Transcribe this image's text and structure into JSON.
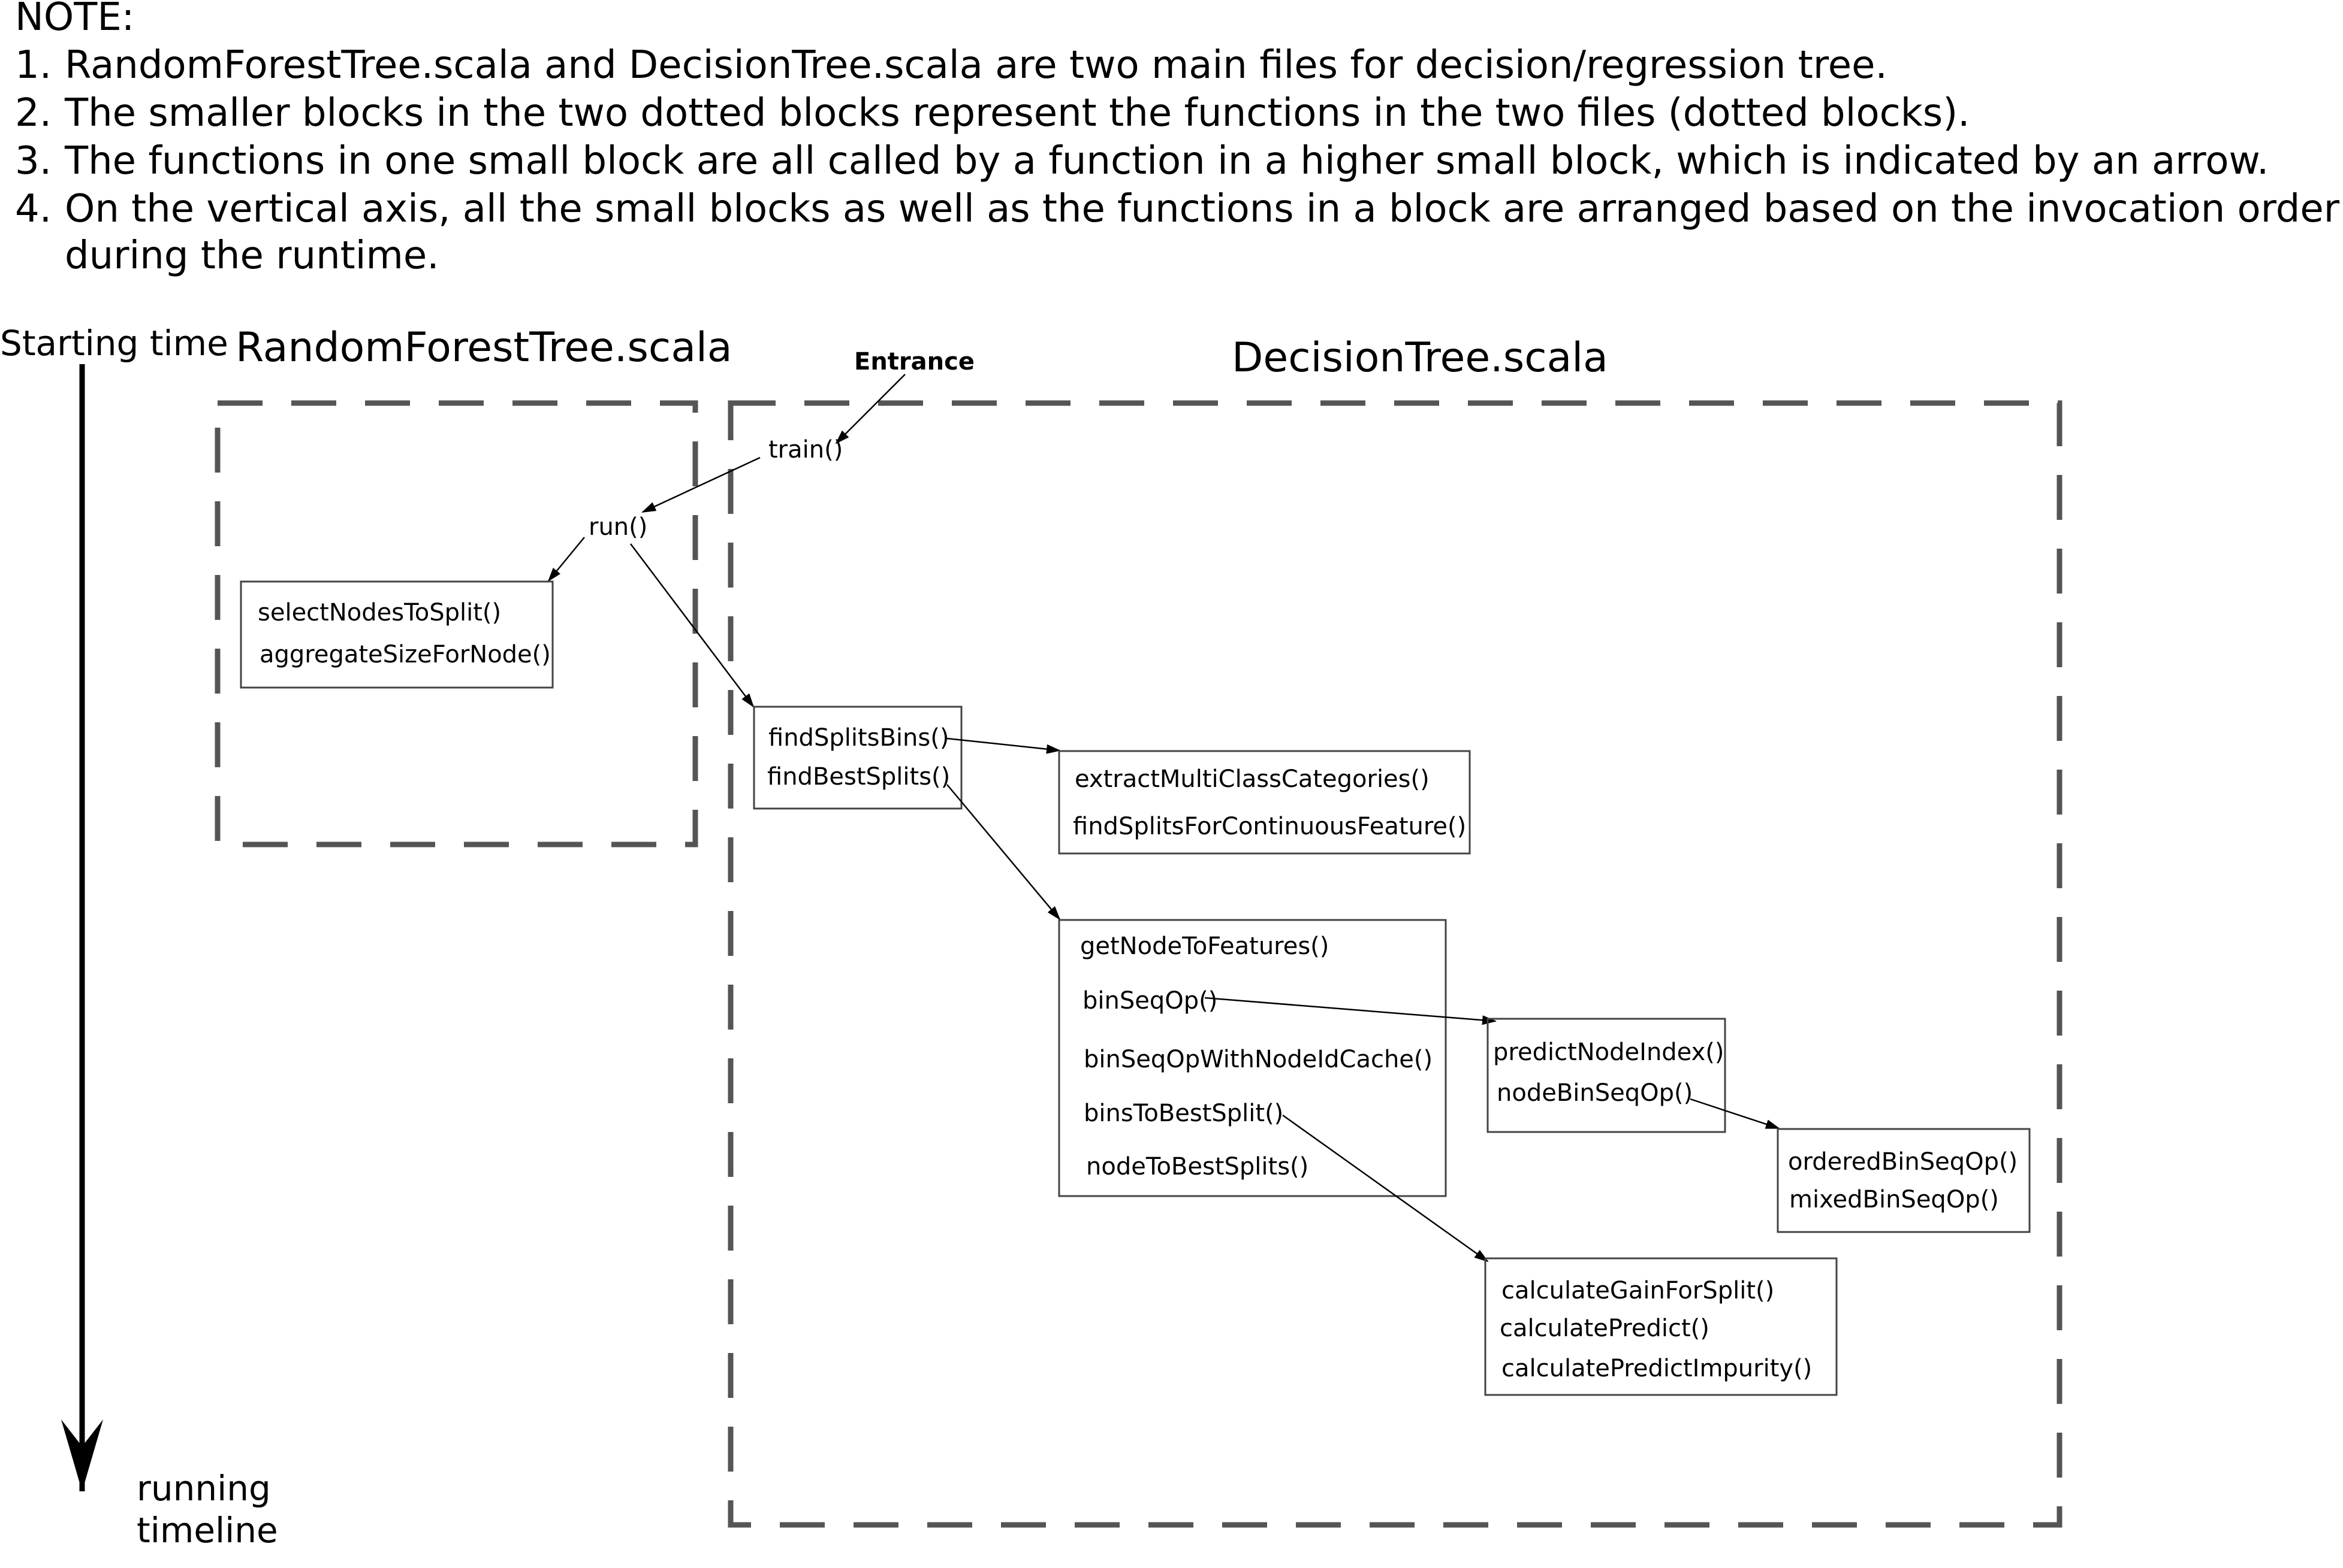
{
  "note": {
    "heading": "NOTE:",
    "items": [
      {
        "num": "1.",
        "text": "RandomForestTree.scala and DecisionTree.scala are two main files for decision/regression tree."
      },
      {
        "num": "2.",
        "text": "The smaller blocks in the two dotted blocks represent the functions in the two files (dotted blocks)."
      },
      {
        "num": "3.",
        "text": "The functions in one small block are all called by a function in a higher small block, which is indicated by an arrow."
      },
      {
        "num": "4.",
        "text": "On the vertical axis, all the small blocks as well as the functions in a block are arranged based on the invocation order"
      }
    ],
    "continuation": "during the runtime."
  },
  "timeline": {
    "start_label": "Starting time",
    "end_label_line1": "running",
    "end_label_line2": "timeline"
  },
  "files": {
    "random_forest": "RandomForestTree.scala",
    "decision_tree": "DecisionTree.scala"
  },
  "entrance": {
    "label": "Entrance",
    "color": "#e8191f"
  },
  "functions": {
    "train": "train()",
    "run": "run()"
  },
  "blocks": {
    "select": [
      "selectNodesToSplit()",
      "aggregateSizeForNode()"
    ],
    "find": [
      "findSplitsBins()",
      "findBestSplits()"
    ],
    "extract": [
      "extractMultiClassCategories()",
      "findSplitsForContinuousFeature()"
    ],
    "node": [
      "getNodeToFeatures()",
      "binSeqOp()",
      "binSeqOpWithNodeIdCache()",
      "binsToBestSplit()",
      "nodeToBestSplits()"
    ],
    "predict": [
      "predictNodeIndex()",
      "nodeBinSeqOp()"
    ],
    "ordered": [
      "orderedBinSeqOp()",
      "mixedBinSeqOp()"
    ],
    "calc": [
      "calculateGainForSplit()",
      "calculatePredict()",
      "calculatePredictImpurity()"
    ]
  }
}
